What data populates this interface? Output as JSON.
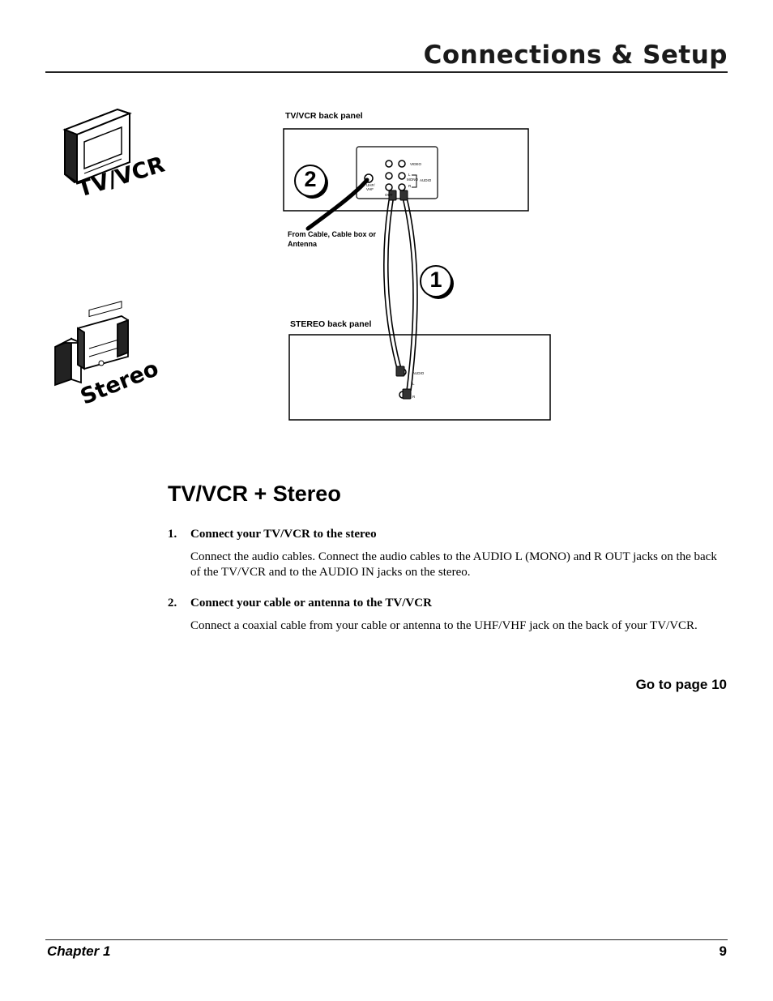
{
  "header": {
    "title": "Connections & Setup"
  },
  "diagram": {
    "tv_icon_label": "TV/VCR",
    "stereo_icon_label": "Stereo",
    "tvvcr_panel_label": "TV/VCR back panel",
    "stereo_panel_label": "STEREO back panel",
    "from_cable_label": "From Cable, Cable box or Antenna",
    "step_markers": [
      "1",
      "2"
    ],
    "tvvcr_jacks": {
      "video": "VIDEO",
      "l": "L",
      "mono": "MONO",
      "r": "R",
      "audio": "AUDIO",
      "uhf": "UHF/",
      "vhf": "VHF",
      "out": "OUT"
    },
    "stereo_jacks": {
      "audio": "AUDIO",
      "l": "L",
      "r": "R"
    }
  },
  "section": {
    "title": "TV/VCR + Stereo",
    "steps": [
      {
        "number": "1.",
        "heading": "Connect your TV/VCR to the stereo",
        "body": "Connect the audio cables. Connect the audio cables to the AUDIO L (MONO) and R OUT jacks on the back of the TV/VCR and to the AUDIO IN jacks on the stereo."
      },
      {
        "number": "2.",
        "heading": "Connect your cable or antenna to the TV/VCR",
        "body": "Connect a coaxial cable from your cable or antenna to the UHF/VHF jack on the back of your TV/VCR."
      }
    ]
  },
  "goto": "Go to page 10",
  "footer": {
    "chapter": "Chapter 1",
    "page": "9"
  }
}
